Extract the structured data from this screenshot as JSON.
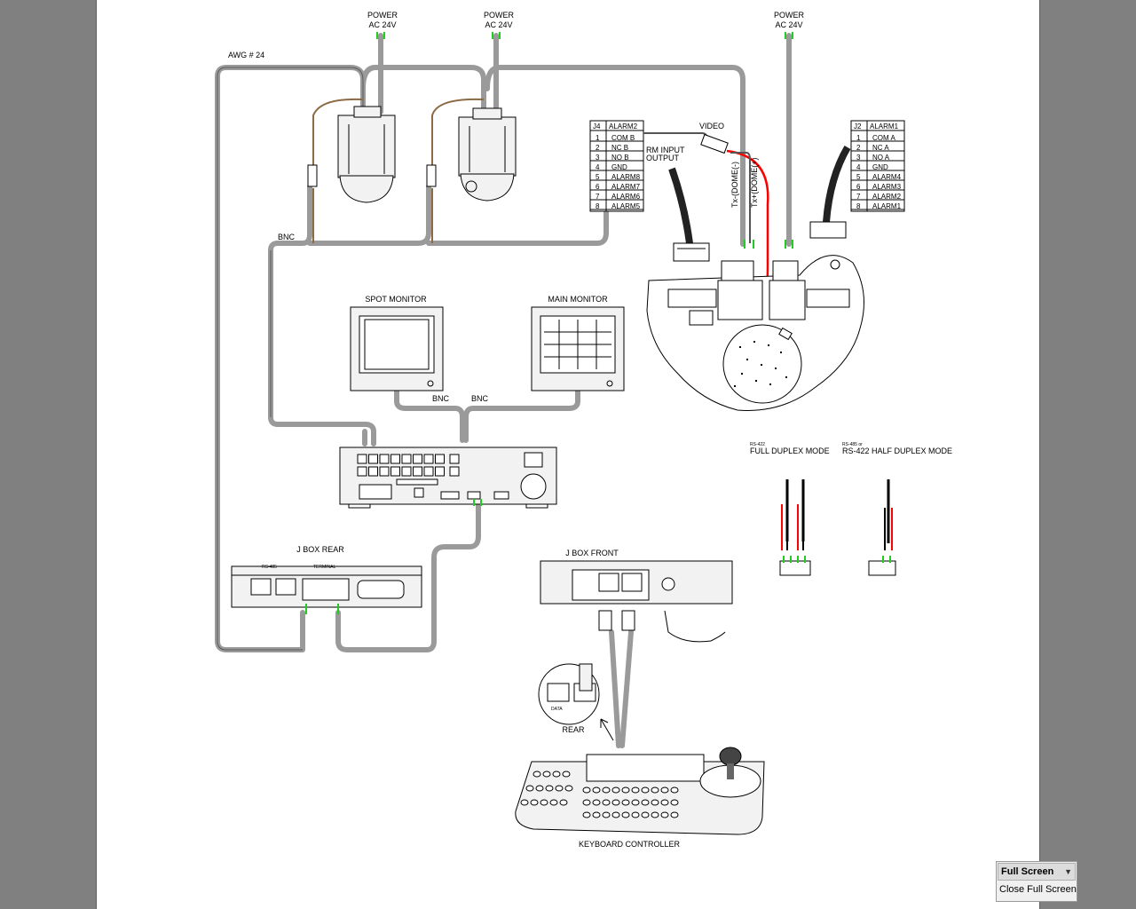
{
  "labels": {
    "power_1": "POWER",
    "ac_1": "AC 24V",
    "power_2": "POWER",
    "ac_2": "AC 24V",
    "power_3": "POWER",
    "ac_3": "AC 24V",
    "awg": "AWG # 24",
    "bnc_1": "BNC",
    "bnc_2": "BNC",
    "bnc_3": "BNC",
    "video": "VIDEO",
    "tx_minus": "Tx-(DOME(-)",
    "tx_plus": "Tx+(DOME(+)",
    "alarm_io": "RM INPUT",
    "alarm_io_2": "OUTPUT",
    "spot_monitor": "SPOT MONITOR",
    "main_monitor": "MAIN MONITOR",
    "jbox_rear": "J BOX REAR",
    "jbox_front": "J BOX FRONT",
    "keyboard": "KEYBOARD CONTROLLER",
    "rear": "REAR",
    "data": "DATA",
    "rs422_line1": "RS-422",
    "rs422_line2": "FULL DUPLEX  MODE",
    "rs485_line1": "RS-485 or",
    "rs485_line2": "RS-422 HALF DUPLEX MODE"
  },
  "j4_table": {
    "header_id": "J4",
    "header_name": "ALARM2",
    "rows": [
      {
        "num": "1",
        "name": "COM B"
      },
      {
        "num": "2",
        "name": "NC B"
      },
      {
        "num": "3",
        "name": "NO B"
      },
      {
        "num": "4",
        "name": "GND"
      },
      {
        "num": "5",
        "name": "ALARM8"
      },
      {
        "num": "6",
        "name": "ALARM7"
      },
      {
        "num": "7",
        "name": "ALARM6"
      },
      {
        "num": "8",
        "name": "ALARM5"
      }
    ]
  },
  "j2_table": {
    "header_id": "J2",
    "header_name": "ALARM1",
    "rows": [
      {
        "num": "1",
        "name": "COM A"
      },
      {
        "num": "2",
        "name": "NC A"
      },
      {
        "num": "3",
        "name": "NO A"
      },
      {
        "num": "4",
        "name": "GND"
      },
      {
        "num": "5",
        "name": "ALARM4"
      },
      {
        "num": "6",
        "name": "ALARM3"
      },
      {
        "num": "7",
        "name": "ALARM2"
      },
      {
        "num": "8",
        "name": "ALARM1"
      }
    ]
  },
  "toolbar": {
    "fullscreen_label": "Full Screen",
    "close_fullscreen_label": "Close Full Screen"
  },
  "colors": {
    "viewer_background": "#808080",
    "cable": "#9a9a9a",
    "ground_wire": "#22cc22",
    "signal_wire": "#ff0000"
  }
}
